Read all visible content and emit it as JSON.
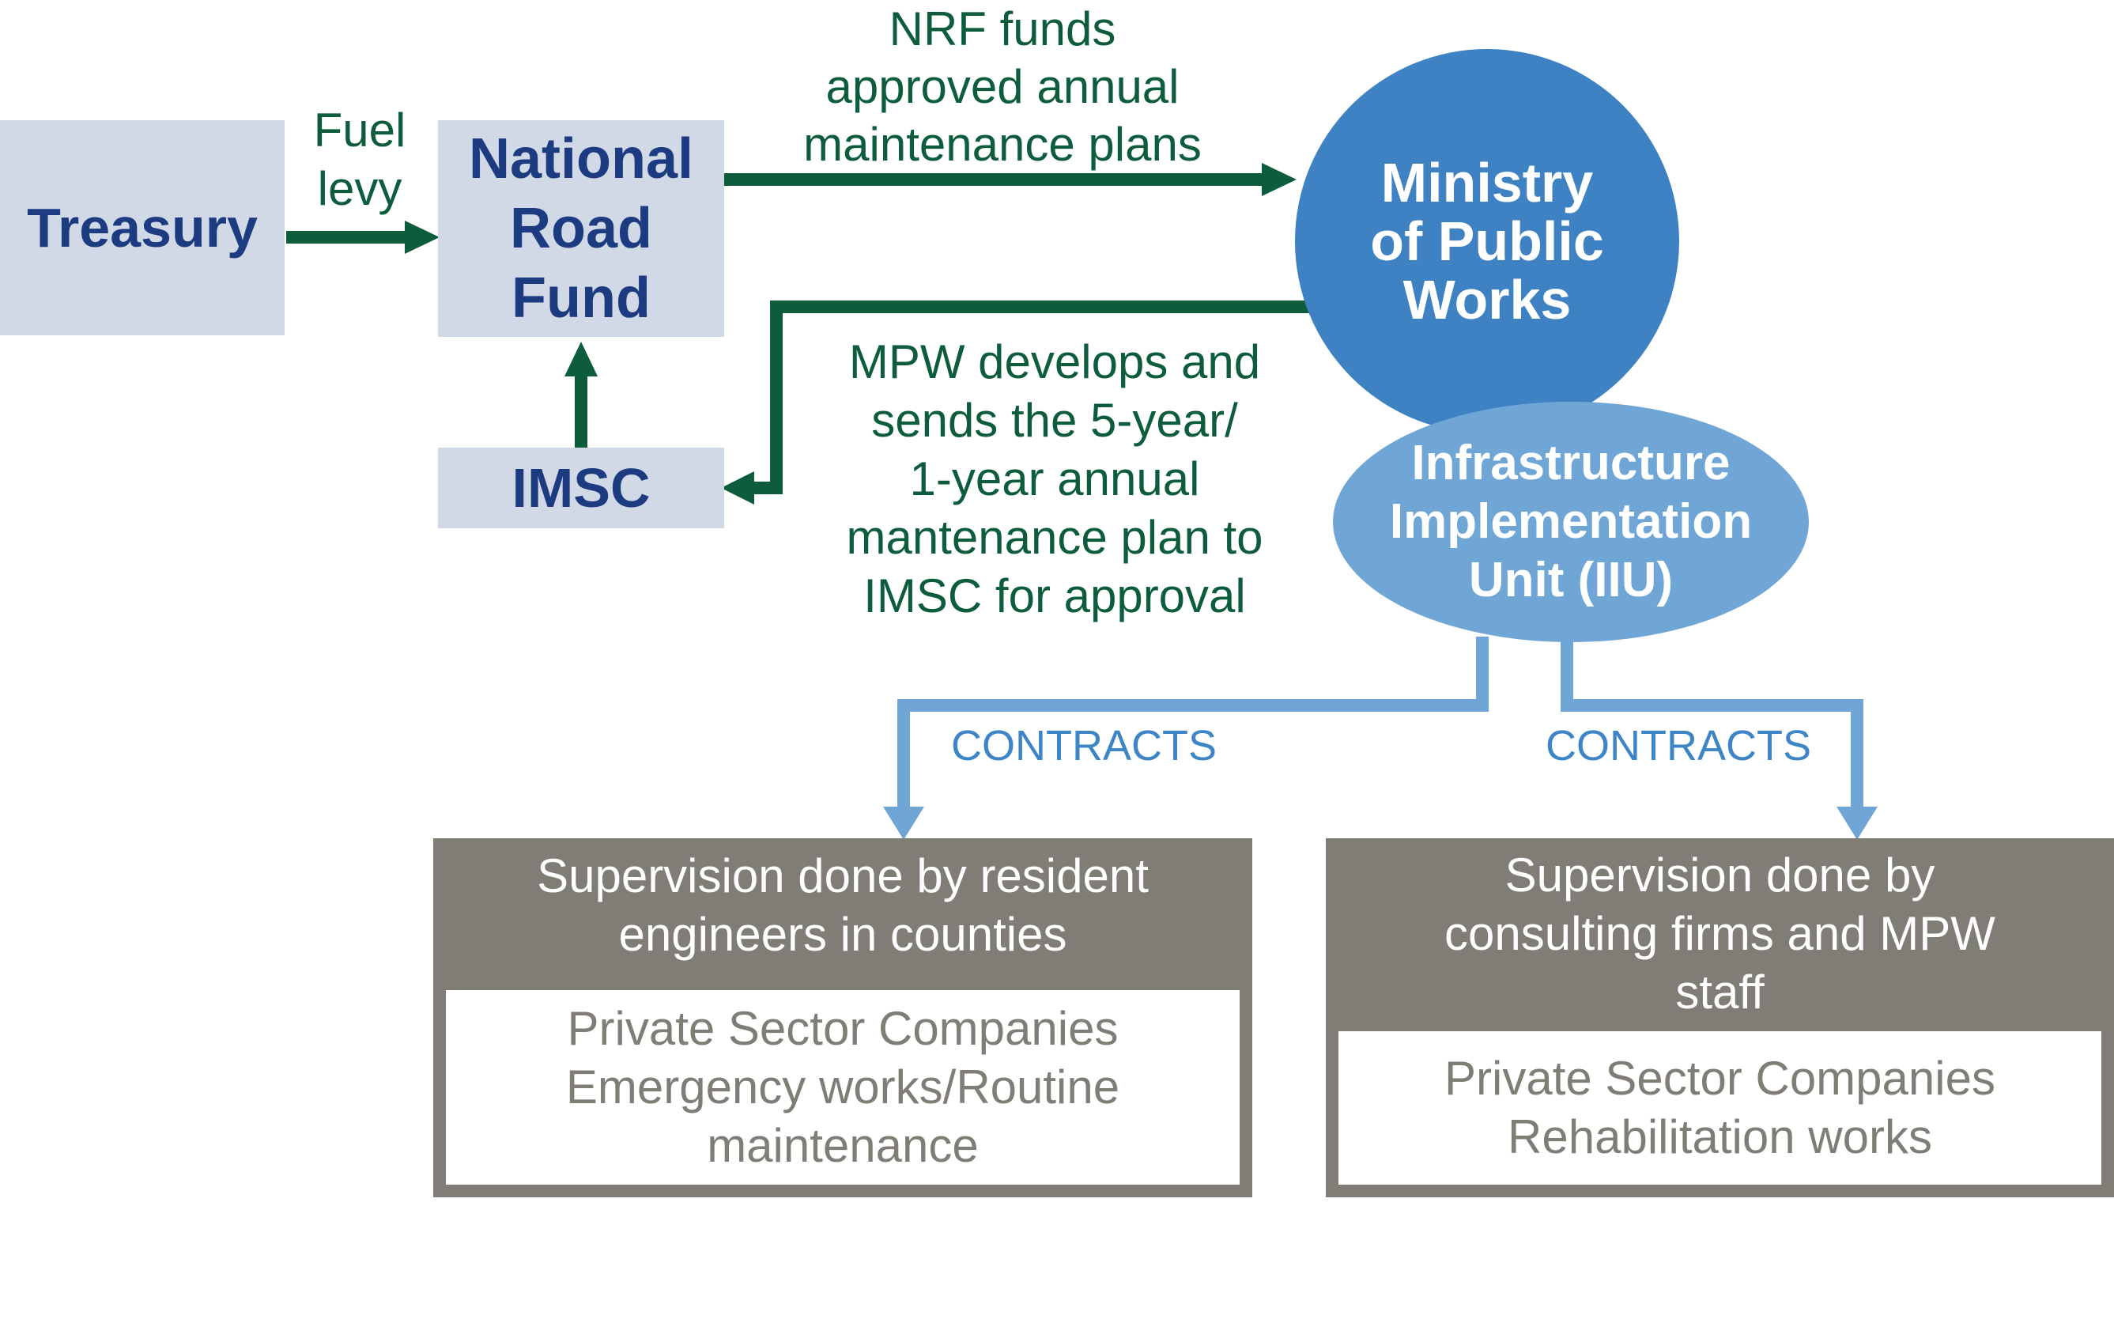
{
  "nodes": {
    "treasury": "Treasury",
    "nrf": "National\nRoad\nFund",
    "imsc": "IMSC",
    "mpw": "Ministry\nof Public\nWorks",
    "iiu": "Infrastructure\nImplementation\nUnit (IIU)"
  },
  "edges": {
    "fuel_levy": "Fuel\nlevy",
    "nrf_funds": "NRF funds\napproved annual\nmaintenance plans",
    "mpw_develops": "MPW develops and\nsends the 5-year/\n1-year annual\nmantenance plan to\nIMSC for approval",
    "contracts_left": "CONTRACTS",
    "contracts_right": "CONTRACTS"
  },
  "left_box": {
    "header": "Supervision done by resident\nengineers in counties",
    "body": "Private Sector Companies\nEmergency works/Routine\nmaintenance"
  },
  "right_box": {
    "header": "Supervision done by\nconsulting firms and MPW\nstaff",
    "body": "Private Sector Companies\nRehabilitation works"
  },
  "colors": {
    "navy": "#1d3b80",
    "green": "#0d5c3c",
    "light_box": "#d1d9e6",
    "mpw_circle": "#3f82c4",
    "iiu_ellipse": "#6fa6d6",
    "contract_arrow": "#6fa6d6",
    "gray": "#807d77"
  }
}
